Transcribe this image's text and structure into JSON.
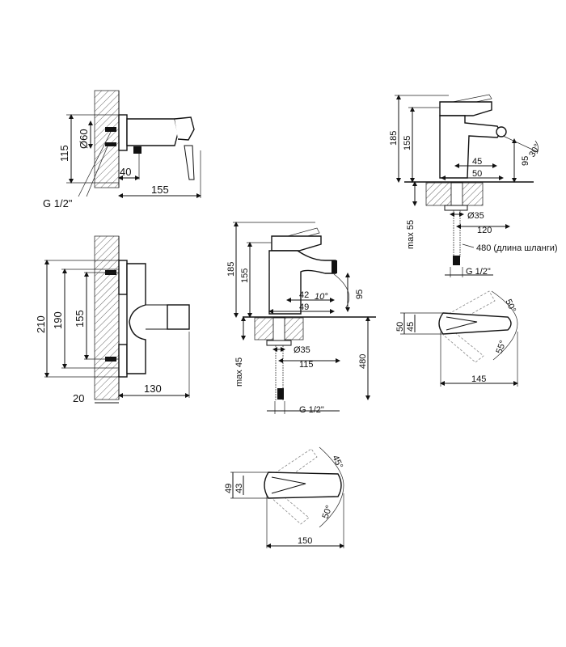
{
  "shower_side": {
    "d60": "Ø60",
    "h115": "115",
    "w40": "40",
    "w155": "155",
    "thread": "G 1/2\""
  },
  "shower_front": {
    "h210": "210",
    "h190": "190",
    "h155": "155",
    "w20": "20",
    "w130": "130"
  },
  "basin": {
    "h185": "185",
    "h155": "155",
    "w42": "42",
    "a10": "10°",
    "h95": "95",
    "w49": "49",
    "d35": "Ø35",
    "w115": "115",
    "max45": "max 45",
    "h480": "480",
    "thread": "G 1/2\""
  },
  "bidet": {
    "h185": "185",
    "h155": "155",
    "w45": "45",
    "w50": "50",
    "h95": "95",
    "a30": "30°",
    "d35": "Ø35",
    "w120": "120",
    "max55": "max 55",
    "hose": "480 (длина шланги)",
    "thread": "G 1/2\""
  },
  "bidet_top": {
    "h50": "50",
    "h45": "45",
    "a50": "50°",
    "a55": "55°",
    "w145": "145"
  },
  "basin_top": {
    "h49": "49",
    "h43": "43",
    "a45": "45°",
    "a50": "50°",
    "w150": "150"
  }
}
